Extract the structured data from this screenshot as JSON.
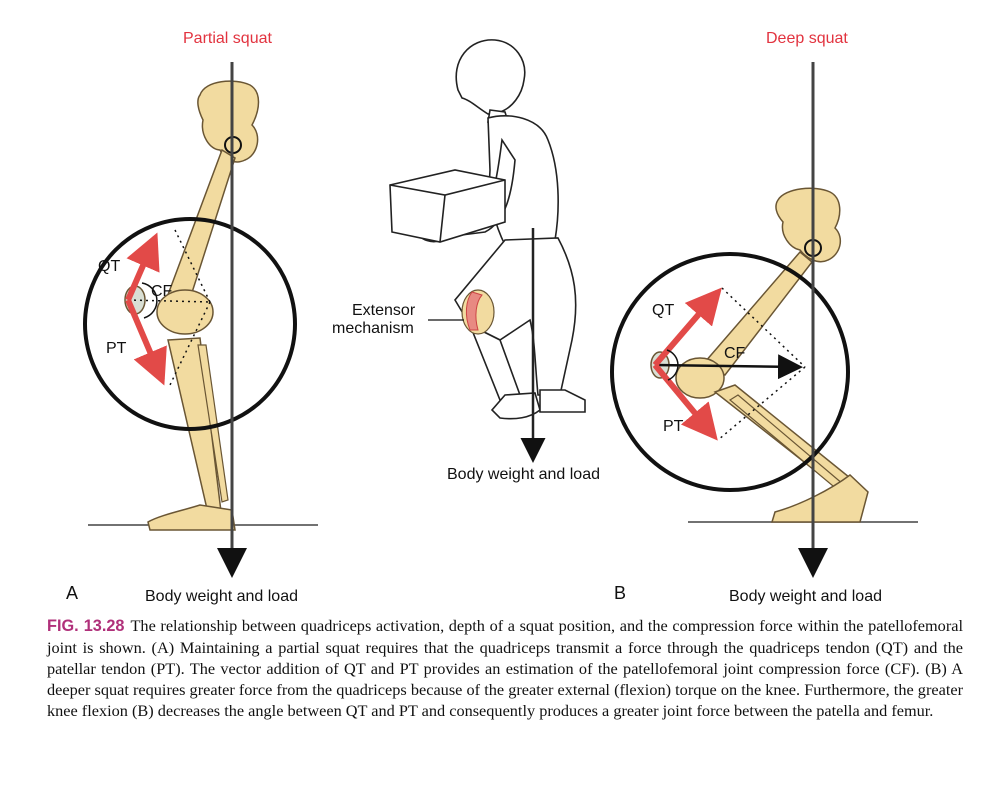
{
  "titles": {
    "partial": "Partial squat",
    "deep": "Deep squat"
  },
  "labels": {
    "qt_a": "QT",
    "cf_a": "CF",
    "pt_a": "PT",
    "qt_b": "QT",
    "cf_b": "CF",
    "pt_b": "PT",
    "extensor_line1": "Extensor",
    "extensor_line2": "mechanism",
    "bw_center": "Body weight and load",
    "bw_a": "Body weight and load",
    "bw_b": "Body weight and load",
    "panel_a": "A",
    "panel_b": "B"
  },
  "caption": {
    "lead": "FIG. 13.28",
    "body": "The relationship between quadriceps activation, depth of a squat position, and the compression force within the patellofemoral joint is shown. (A) Maintaining a partial squat requires that the quadriceps transmit a force through the quadriceps tendon (QT) and the patellar tendon (PT). The vector addition of QT and PT provides an estimation of the patellofemoral joint compression force (CF). (B) A deeper squat requires greater force from the quadriceps because of the greater external (flexion) torque on the knee. Furthermore, the greater knee flexion (B) decreases the angle between QT and PT and consequently produces a greater joint force between the patella and femur."
  },
  "colors": {
    "title_red": "#e2333f",
    "bone": "#f2dba0",
    "bone_outline": "#6a5634",
    "force_arrow": "#e24a48",
    "caption_lead": "#b0307a"
  }
}
